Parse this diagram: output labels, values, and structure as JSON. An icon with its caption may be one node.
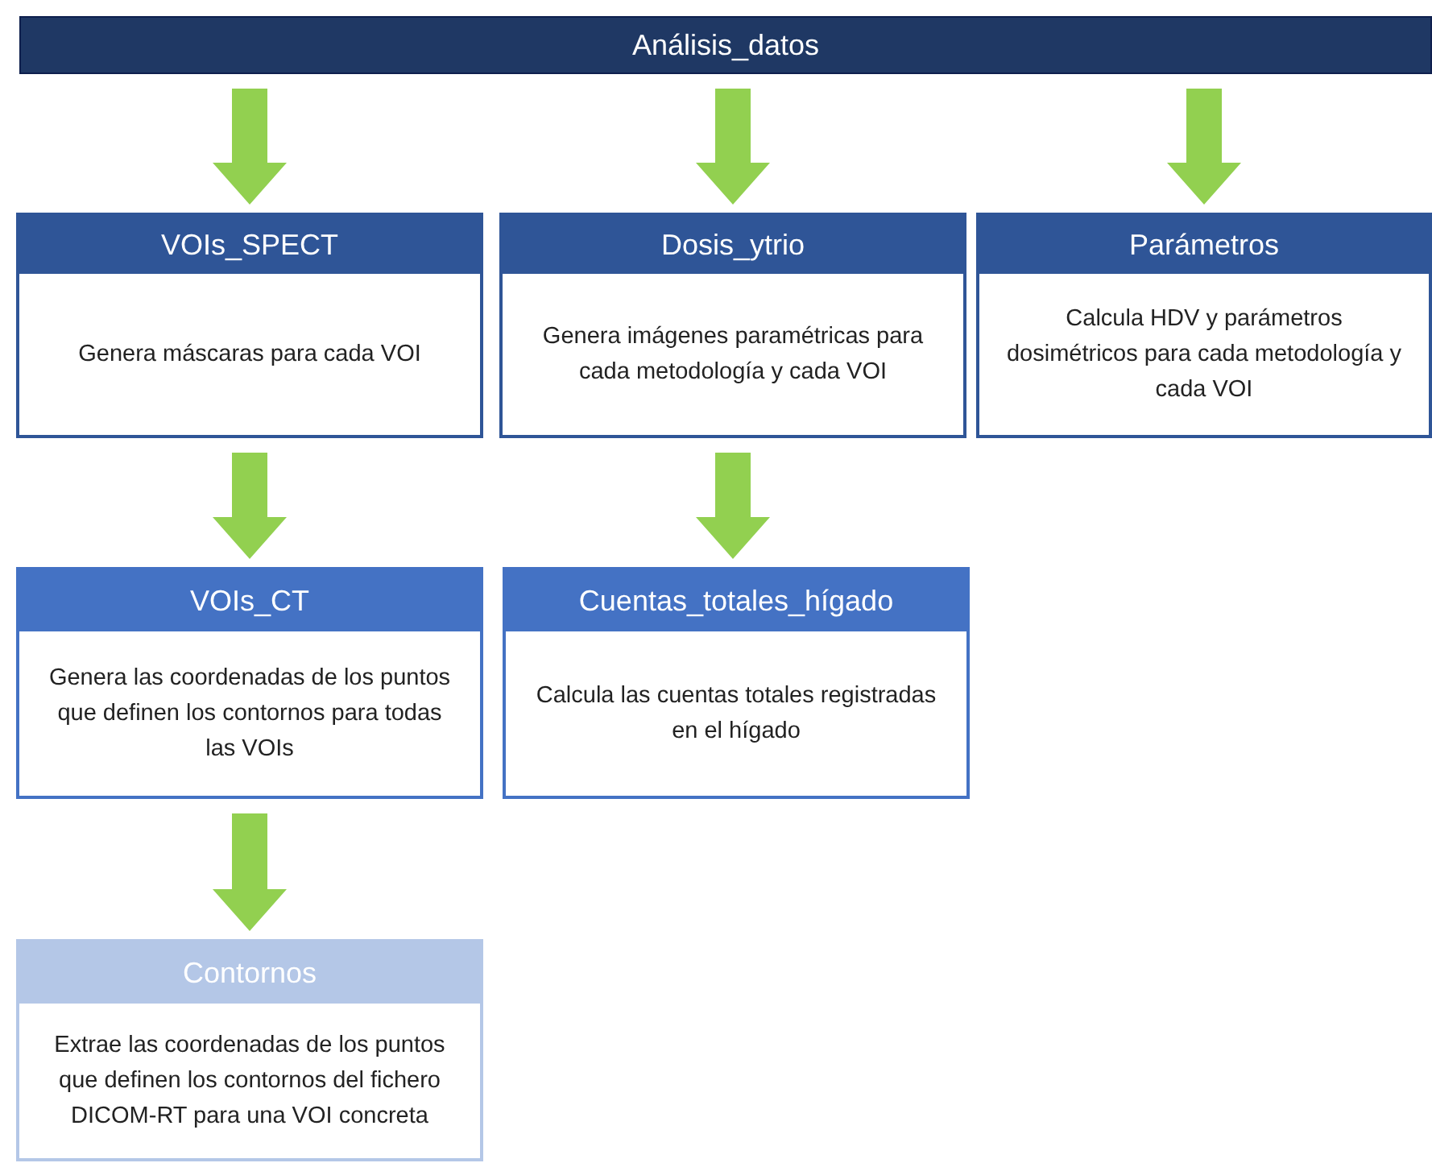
{
  "diagram": {
    "nodes": [
      {
        "text": [
          "Análisis_datos"
        ]
      },
      {
        "text": [
          "VOIs_SPECT",
          "Genera máscaras para cada VOI"
        ]
      },
      {
        "text": [
          "Dosis_ytrio",
          "Genera imágenes paramétricas para cada metodología y cada VOI"
        ]
      },
      {
        "text": [
          "Parámetros",
          "Calcula HDV y parámetros dosimétricos para cada metodología y cada VOI"
        ]
      },
      {
        "text": [
          "VOIs_CT",
          "Genera las coordenadas de los puntos que definen los contornos para todas las VOIs"
        ]
      },
      {
        "text": [
          "Cuentas_totales_hígado",
          "Calcula las cuentas totales registradas en el hígado"
        ]
      },
      {
        "text": [
          "Contornos",
          "Extrae las coordenadas de los puntos que definen los contornos del fichero DICOM-RT para una VOI concreta"
        ]
      }
    ],
    "edges": [
      {
        "from": 0,
        "to": 1,
        "arrow": "to"
      },
      {
        "from": 0,
        "to": 2,
        "arrow": "to"
      },
      {
        "from": 0,
        "to": 3,
        "arrow": "to"
      },
      {
        "from": 1,
        "to": 4,
        "arrow": "to"
      },
      {
        "from": 2,
        "to": 5,
        "arrow": "to"
      },
      {
        "from": 4,
        "to": 6,
        "arrow": "to"
      }
    ]
  }
}
